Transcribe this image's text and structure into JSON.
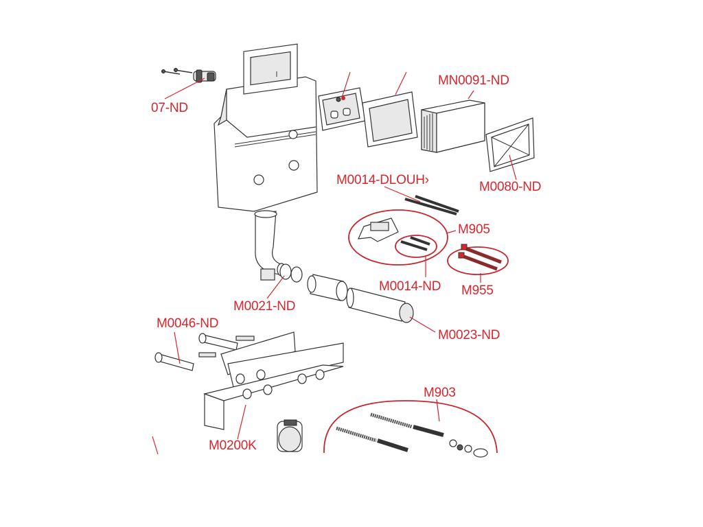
{
  "labels": {
    "l_07nd": "07-ND",
    "l_mn0091": "MN0091-ND",
    "l_m0014_dlouh": "M0014-DLOUH›",
    "l_m0080": "M0080-ND",
    "l_m905": "M905",
    "l_m0014": "M0014-ND",
    "l_m955": "M955",
    "l_m0021": "M0021-ND",
    "l_m0023": "M0023-ND",
    "l_m0046": "M0046-ND",
    "l_m903": "M903",
    "l_m0200k": "M0200K"
  },
  "colors": {
    "label_red": "#d6262d",
    "outline": "#333333",
    "background": "#ffffff"
  }
}
